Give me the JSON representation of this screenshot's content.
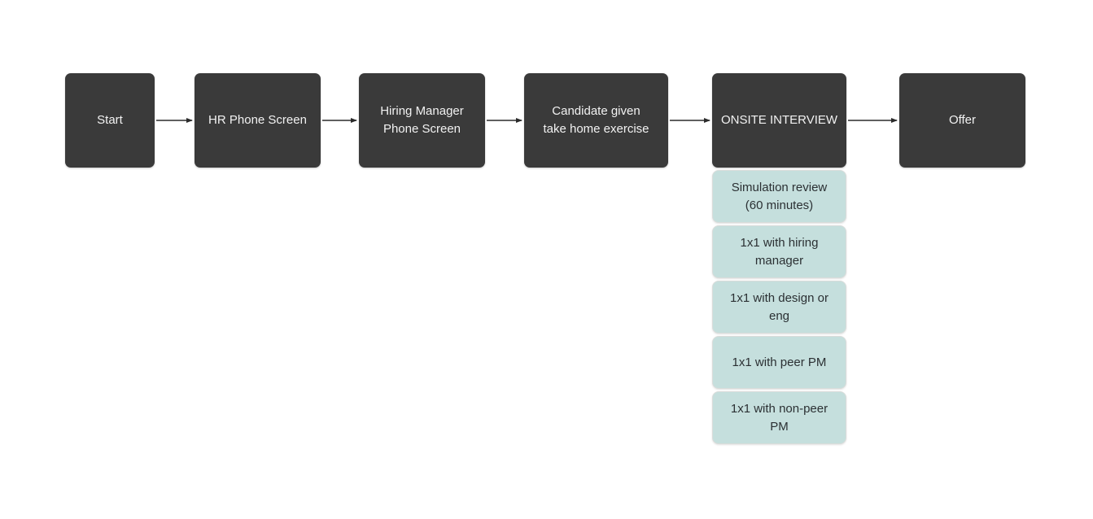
{
  "diagram": {
    "colors": {
      "background": "#ffffff",
      "node_fill": "#3a3a3a",
      "node_text": "#f2f2f2",
      "substep_fill": "#c5dfdd",
      "substep_border": "#d8dcda",
      "substep_text": "#2b3033",
      "arrow": "#2b2b2b"
    },
    "nodes": [
      {
        "id": "start",
        "label": "Start"
      },
      {
        "id": "hr-phone-screen",
        "label": "HR Phone Screen"
      },
      {
        "id": "hiring-manager-phone-screen",
        "label": "Hiring Manager\nPhone Screen"
      },
      {
        "id": "take-home-exercise",
        "label": "Candidate given\ntake home exercise"
      },
      {
        "id": "onsite-interview",
        "label": "ONSITE INTERVIEW"
      },
      {
        "id": "offer",
        "label": "Offer"
      }
    ],
    "onsite_substeps": [
      {
        "label": "Simulation review\n(60 minutes)"
      },
      {
        "label": "1x1 with hiring\nmanager"
      },
      {
        "label": "1x1 with design or\neng"
      },
      {
        "label": "1x1 with peer PM"
      },
      {
        "label": "1x1 with non-peer\nPM"
      }
    ]
  }
}
